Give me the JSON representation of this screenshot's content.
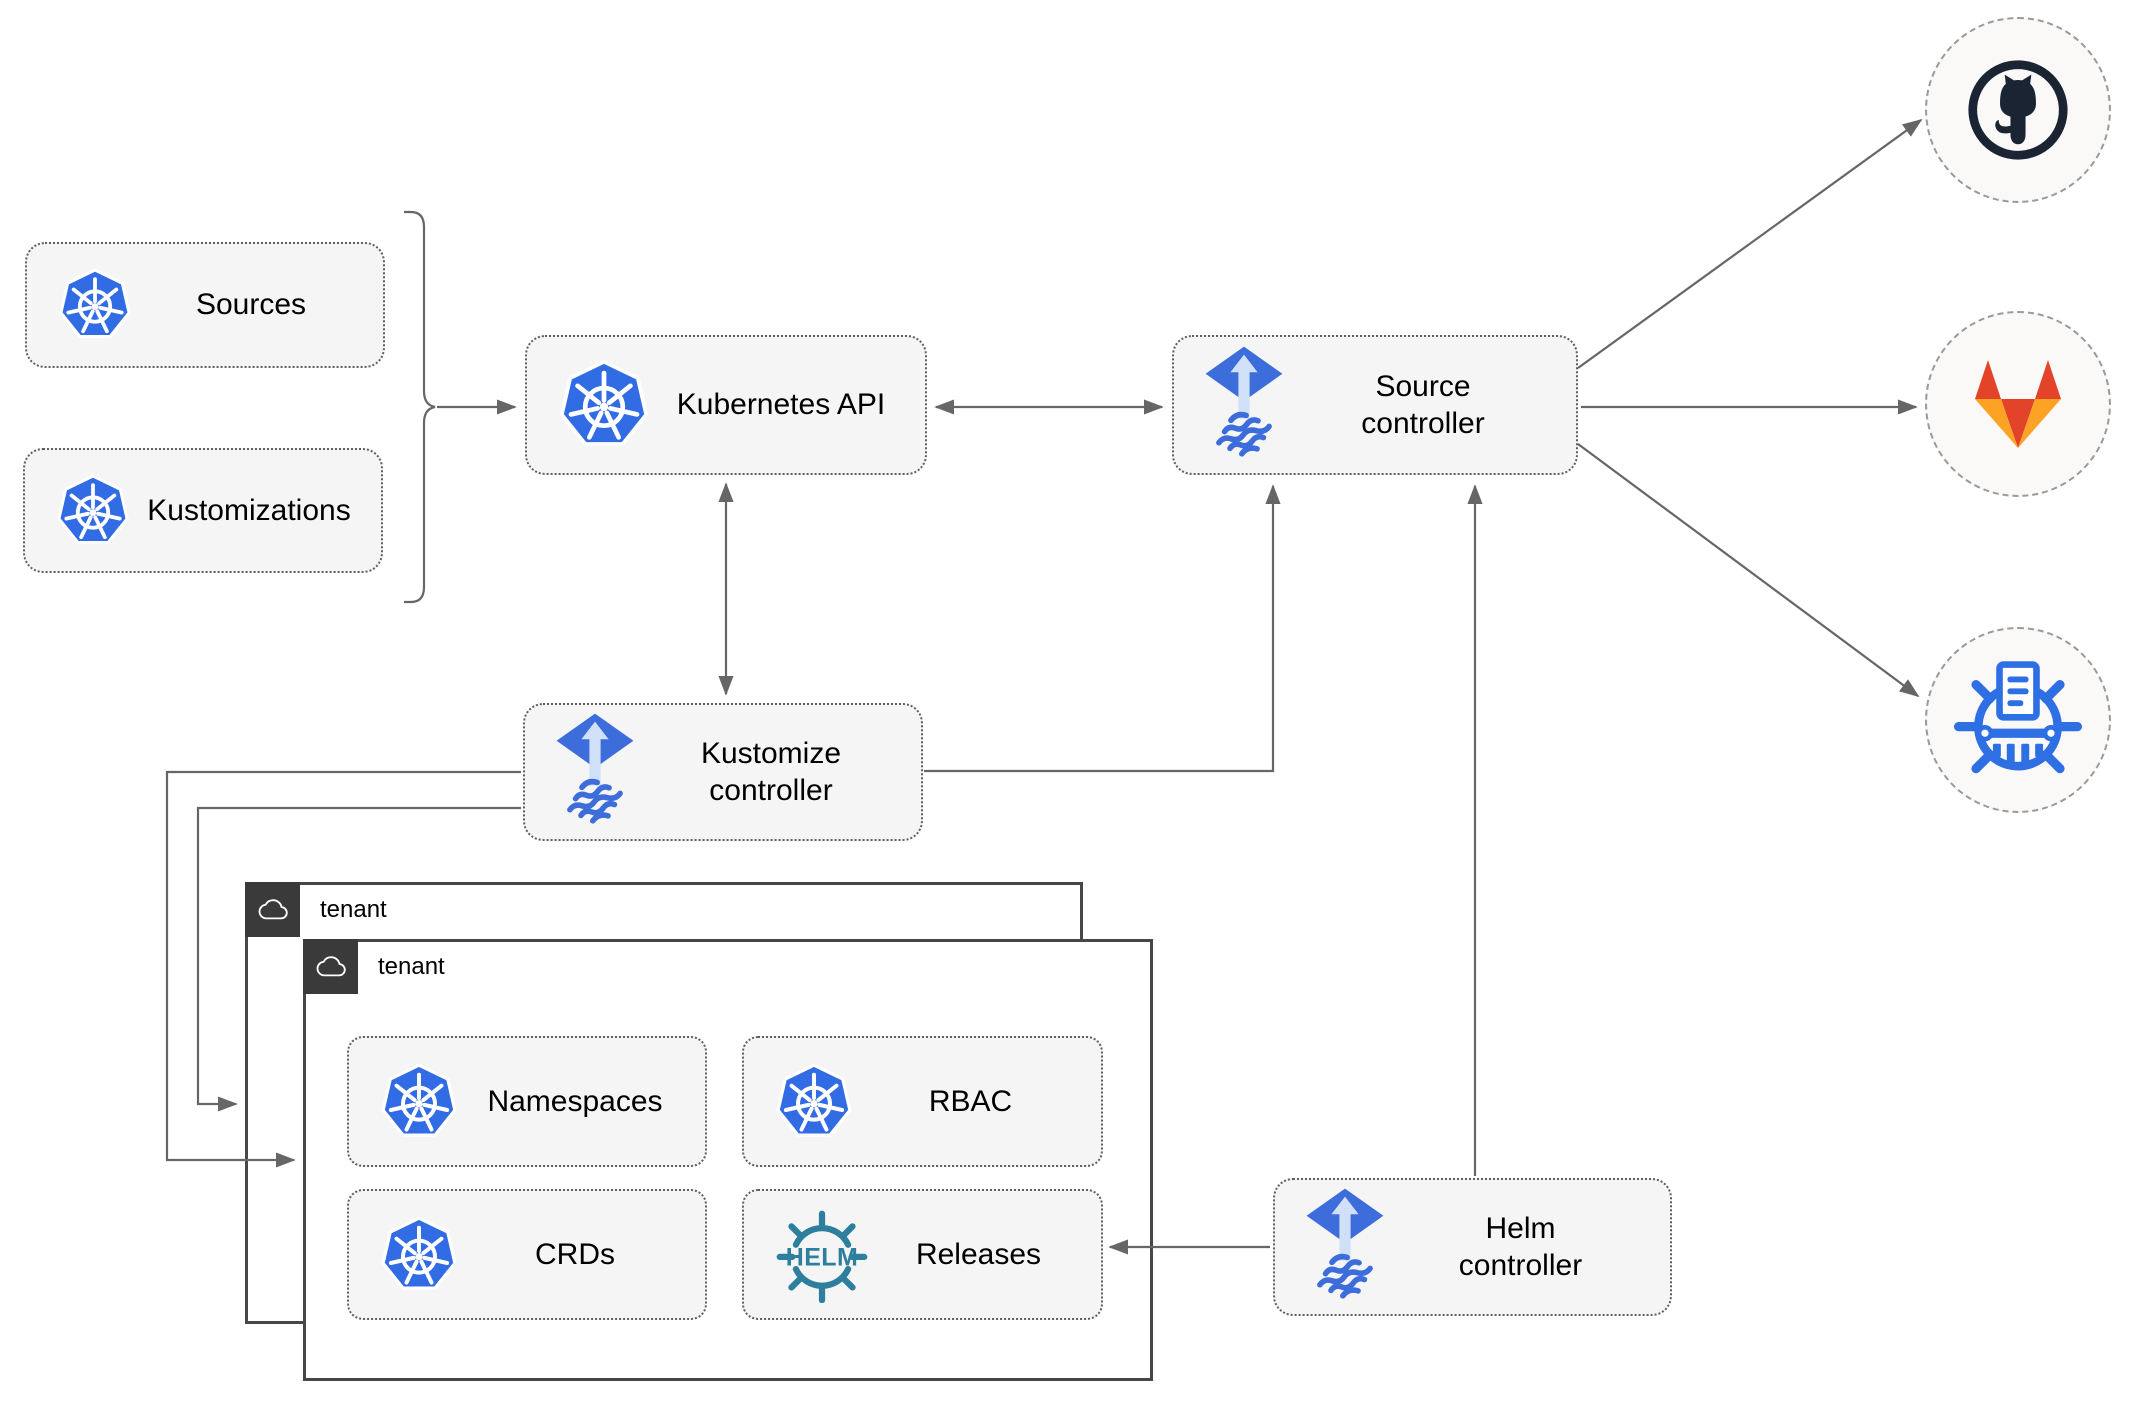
{
  "diagram": {
    "nodes": {
      "sources": {
        "label": "Sources",
        "icon": "kubernetes"
      },
      "kustomizations": {
        "label": "Kustomizations",
        "icon": "kubernetes"
      },
      "kubernetes_api": {
        "label": "Kubernetes API",
        "icon": "kubernetes"
      },
      "source_controller": {
        "label": "Source controller",
        "icon": "flux"
      },
      "kustomize_controller": {
        "label": "Kustomize controller",
        "icon": "flux"
      },
      "helm_controller": {
        "label": "Helm controller",
        "icon": "flux"
      },
      "namespaces": {
        "label": "Namespaces",
        "icon": "kubernetes"
      },
      "rbac": {
        "label": "RBAC",
        "icon": "kubernetes"
      },
      "crds": {
        "label": "CRDs",
        "icon": "kubernetes"
      },
      "releases": {
        "label": "Releases",
        "icon": "helm"
      }
    },
    "tenants": {
      "outer": {
        "label": "tenant",
        "icon": "cloud"
      },
      "inner": {
        "label": "tenant",
        "icon": "cloud"
      }
    },
    "external_targets": {
      "github": {
        "icon": "github"
      },
      "gitlab": {
        "icon": "gitlab"
      },
      "chart_repository": {
        "icon": "chart-repository"
      }
    },
    "helm_icon_text": "HELM",
    "edges": [
      {
        "from": "sources-and-kustomizations-brace",
        "to": "kubernetes_api",
        "arrows": "end"
      },
      {
        "from": "kubernetes_api",
        "to": "source_controller",
        "arrows": "both"
      },
      {
        "from": "kubernetes_api",
        "to": "kustomize_controller",
        "arrows": "both"
      },
      {
        "from": "kustomize_controller",
        "to": "source_controller",
        "arrows": "end"
      },
      {
        "from": "kustomize_controller",
        "to": "tenant_outer",
        "arrows": "end"
      },
      {
        "from": "kustomize_controller",
        "to": "tenant_inner",
        "arrows": "end"
      },
      {
        "from": "helm_controller",
        "to": "source_controller",
        "arrows": "end"
      },
      {
        "from": "helm_controller",
        "to": "releases",
        "arrows": "end"
      },
      {
        "from": "source_controller",
        "to": "github",
        "arrows": "end"
      },
      {
        "from": "source_controller",
        "to": "gitlab",
        "arrows": "end"
      },
      {
        "from": "source_controller",
        "to": "chart_repository",
        "arrows": "end"
      }
    ],
    "colors": {
      "kubernetes_blue": "#326ce5",
      "flux_blue": "#3d6ddb",
      "flux_arrow_light": "#cfe0f8",
      "helm_teal": "#2e7f9e",
      "github_dark": "#1a2432",
      "gitlab_red": "#e24329",
      "gitlab_orange": "#fc6d26",
      "gitlab_yellow": "#fca326",
      "chart_repo_blue": "#2f6fe4",
      "line_gray": "#666666",
      "node_fill": "#f5f5f5",
      "node_border": "#5f5f5f",
      "tenant_border": "#474747",
      "tenant_header_bg": "#3a3a3a",
      "circle_fill": "#faf9f7",
      "circle_border": "#9a9a9a",
      "label_color": "#000000"
    }
  }
}
